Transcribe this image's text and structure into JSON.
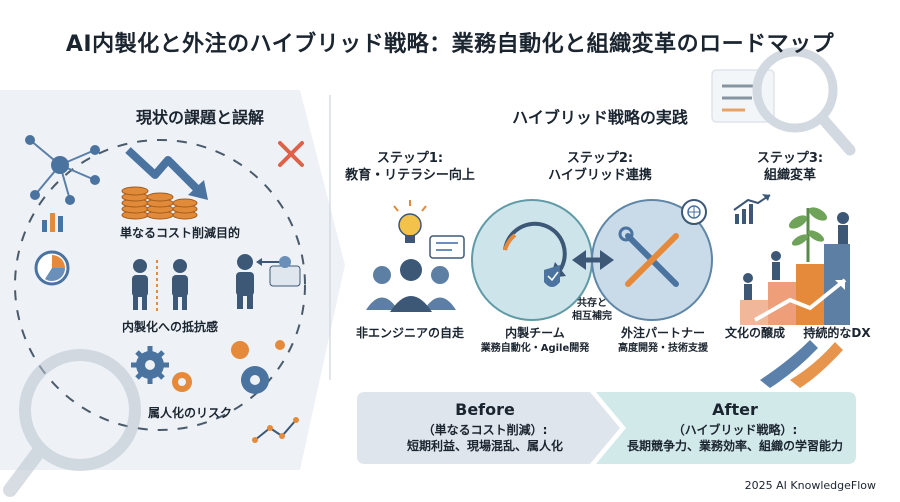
{
  "title": "AI内製化と外注のハイブリッド戦略：業務自動化と組織変革のロードマップ",
  "left": {
    "heading": "現状の課題と誤解",
    "items": [
      {
        "label": "単なるコスト削減目的"
      },
      {
        "label": "内製化への抵抗感"
      },
      {
        "label": "属人化のリスク"
      }
    ]
  },
  "right": {
    "heading": "ハイブリッド戦略の実践",
    "steps": [
      {
        "title": "ステップ1:",
        "subtitle": "教育・リテラシー向上"
      },
      {
        "title": "ステップ2:",
        "subtitle": "ハイブリッド連携"
      },
      {
        "title": "ステップ3:",
        "subtitle": "組織変革"
      }
    ],
    "labels": {
      "non_engineer": "非エンジニアの自走",
      "inhouse_team": "内製チーム",
      "inhouse_sub": "業務自動化・Agile開発",
      "partner": "外注パートナー",
      "partner_sub": "高度開発・技術支援",
      "coexist_line1": "共存と",
      "coexist_line2": "相互補完",
      "culture": "文化の醸成",
      "dx": "持続的なDX"
    }
  },
  "comparison": {
    "before_title": "Before",
    "before_line1": "（単なるコスト削減）:",
    "before_line2": "短期利益、現場混乱、属人化",
    "after_title": "After",
    "after_line1": "（ハイブリッド戦略）:",
    "after_line2": "長期競争力、業務効率、組織の学習能力"
  },
  "footer": "2025 AI KnowledgeFlow"
}
